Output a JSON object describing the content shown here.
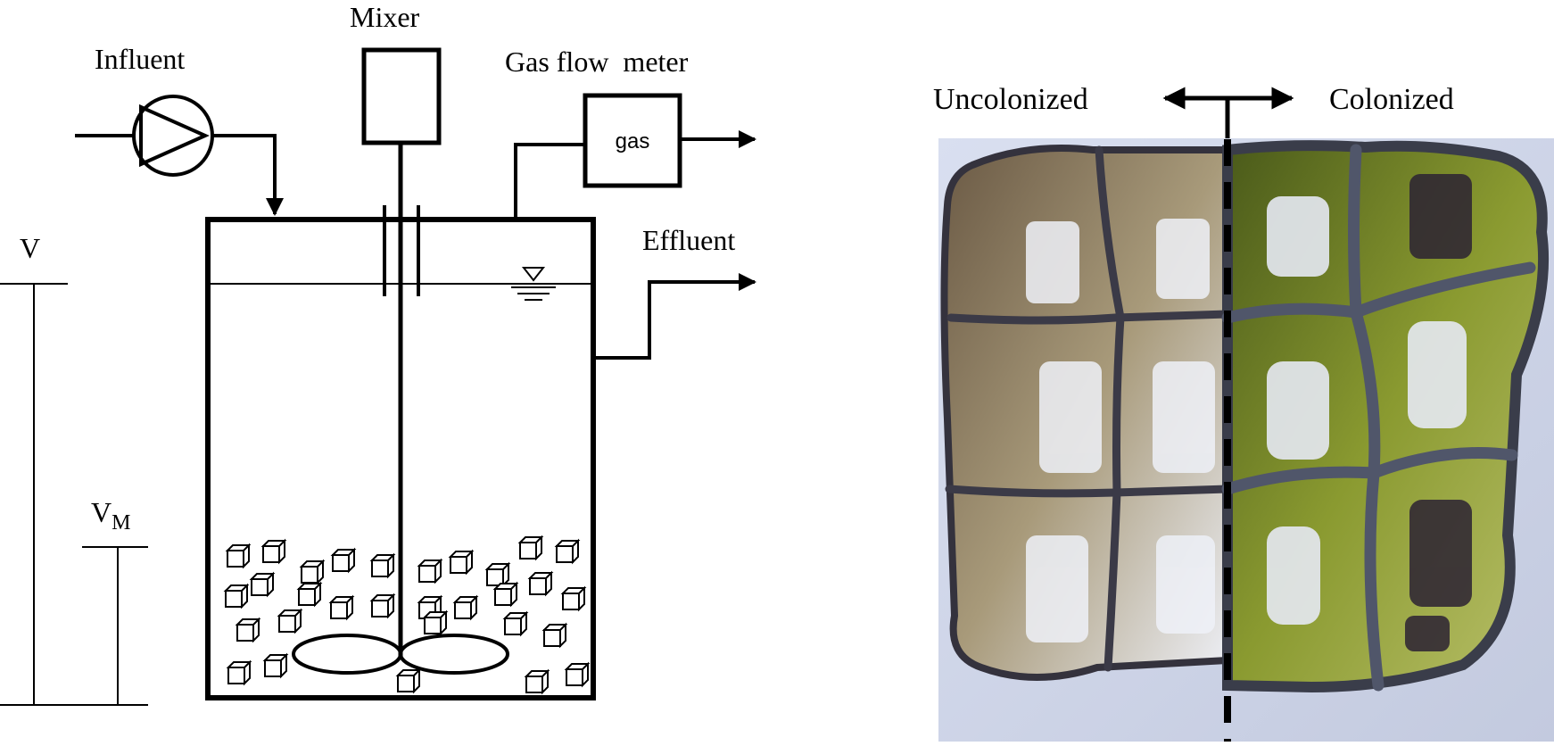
{
  "reactor": {
    "mixer_label": "Mixer",
    "influent_label": "Influent",
    "gas_meter_label": "Gas flow  meter",
    "gas_box_text": "gas",
    "effluent_label": "Effluent",
    "volume_label": "V",
    "media_volume_label_main": "V",
    "media_volume_label_sub": "M"
  },
  "photo": {
    "left_label": "Uncolonized",
    "right_label": "Colonized"
  },
  "colors": {
    "line": "#000000",
    "background": "#ffffff",
    "photo_bg": "#cfd6e6",
    "frame_dark": "#3a3d4a",
    "biofilm": "#7d8a2a"
  }
}
